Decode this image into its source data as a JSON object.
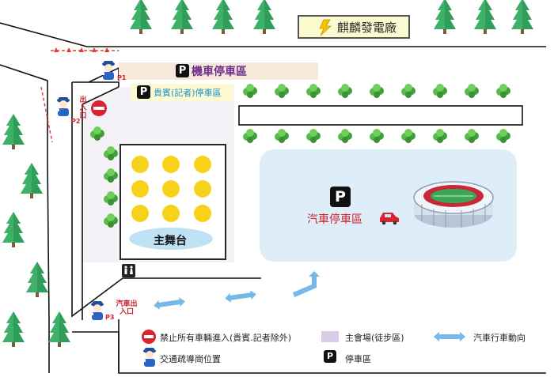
{
  "map": {
    "plant_label": "麒麟發電廠",
    "parking_symbol": "P",
    "motorcycle_parking_label": "機車停車區",
    "vip_parking_label": "貴賓(記者)停車區",
    "car_parking_label": "汽車停車區",
    "stage_label": "主舞台",
    "gate_p1": "P1",
    "gate_p2": "P2",
    "gate_p3": "P3",
    "entrance_gate_label": "出入口",
    "car_entrance_label": "汽車出入口"
  },
  "legend": {
    "no_entry": "禁止所有車輛進入(貴賓.記者除外)",
    "venue": "主會場(徒步區)",
    "traffic_direction": "汽車行車動向",
    "traffic_officer": "交通疏導崗位置",
    "parking": "停車區"
  },
  "colors": {
    "tree_green": "#2e9e5a",
    "shrub_green": "#56b94a",
    "lot_fill": "#ddeef9",
    "venue_fill": "#f5f2f7",
    "marker_yellow": "#f7d21b",
    "stage_fill": "#bfe0f5",
    "arrow_blue": "#77b8e6",
    "no_entry_red": "#d9232e",
    "motorcycle_purple": "#6b2d8e",
    "vip_blue": "#1e90c8"
  }
}
